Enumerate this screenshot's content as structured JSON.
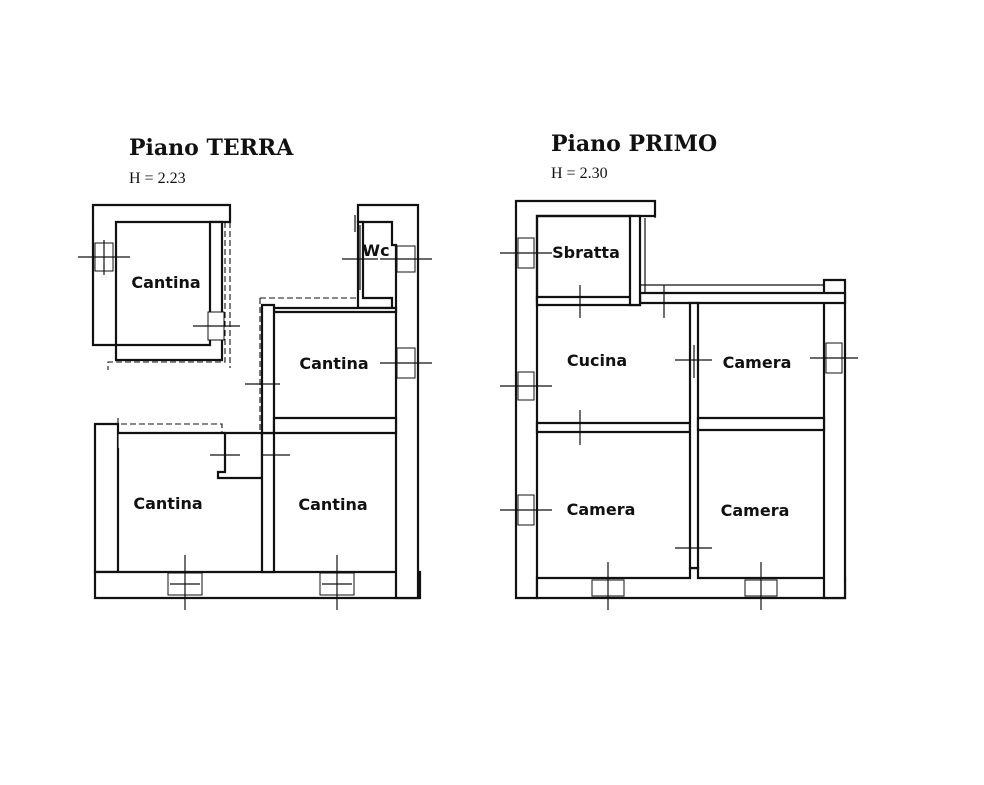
{
  "ground_floor": {
    "title": "Piano TERRA",
    "height": "H = 2.23",
    "rooms": {
      "cantina_top_left": "Cantina",
      "wc": "Wc",
      "cantina_middle_right": "Cantina",
      "cantina_bottom_left": "Cantina",
      "cantina_bottom_right": "Cantina"
    }
  },
  "first_floor": {
    "title": "Piano PRIMO",
    "height": "H = 2.30",
    "rooms": {
      "sbratta": "Sbratta",
      "cucina": "Cucina",
      "camera_top_right": "Camera",
      "camera_bottom_left": "Camera",
      "camera_bottom_right": "Camera"
    }
  }
}
